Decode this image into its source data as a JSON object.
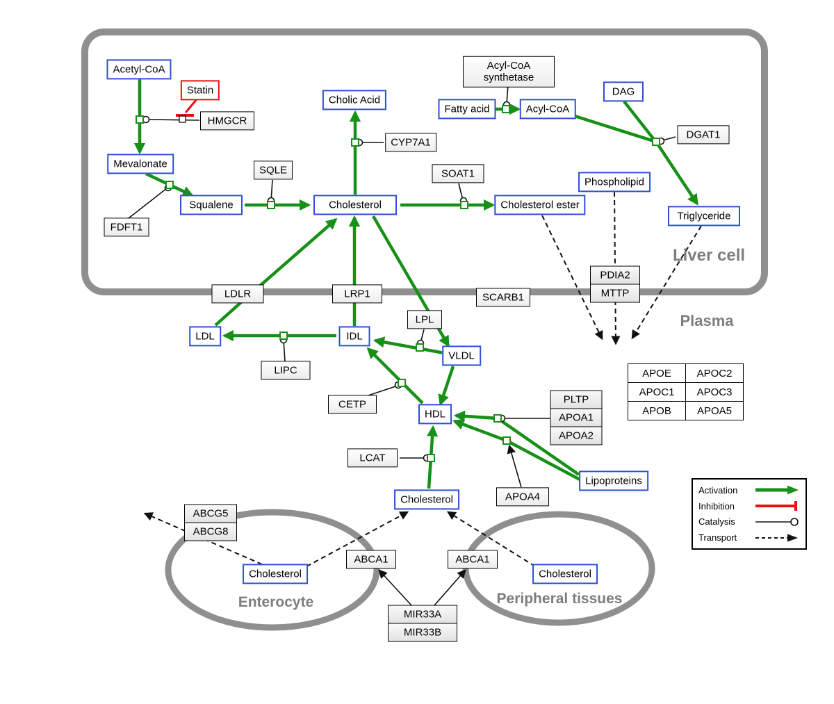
{
  "regions": {
    "liver": "Liver cell",
    "plasma": "Plasma",
    "enterocyte": "Enterocyte",
    "peripheral": "Peripheral tissues"
  },
  "metabolites": {
    "acetyl_coa": "Acetyl-CoA",
    "mevalonate": "Mevalonate",
    "squalene": "Squalene",
    "cholic_acid": "Cholic Acid",
    "cholesterol_liver": "Cholesterol",
    "cholesterol_ester": "Cholesterol ester",
    "fatty_acid": "Fatty acid",
    "acyl_coa": "Acyl-CoA",
    "dag": "DAG",
    "phospholipid": "Phospholipid",
    "triglyceride": "Triglyceride",
    "ldl": "LDL",
    "idl": "IDL",
    "vldl": "VLDL",
    "hdl": "HDL",
    "lipoproteins": "Lipoproteins",
    "cholesterol_plasma": "Cholesterol",
    "cholesterol_enterocyte": "Cholesterol",
    "cholesterol_peripheral": "Cholesterol"
  },
  "drugs": {
    "statin": "Statin"
  },
  "proteins": {
    "hmgcr": "HMGCR",
    "fdft1": "FDFT1",
    "sqle": "SQLE",
    "cyp7a1": "CYP7A1",
    "soat1": "SOAT1",
    "acyl_coa_synthetase": "Acyl-CoA synthetase",
    "dgat1": "DGAT1",
    "ldlr": "LDLR",
    "lrp1": "LRP1",
    "scarb1": "SCARB1",
    "pdia2": "PDIA2",
    "mttp": "MTTP",
    "lipc": "LIPC",
    "lpl": "LPL",
    "cetp": "CETP",
    "pltp": "PLTP",
    "apoa1": "APOA1",
    "apoa2": "APOA2",
    "lcat": "LCAT",
    "apoa4": "APOA4",
    "abcg5": "ABCG5",
    "abcg8": "ABCG8",
    "abca1_enterocyte": "ABCA1",
    "abca1_peripheral": "ABCA1",
    "mir33a": "MIR33A",
    "mir33b": "MIR33B"
  },
  "apolipoprotein_table": {
    "rows": [
      [
        "APOE",
        "APOC2"
      ],
      [
        "APOC1",
        "APOC3"
      ],
      [
        "APOB",
        "APOA5"
      ]
    ]
  },
  "legend": {
    "activation": "Activation",
    "inhibition": "Inhibition",
    "catalysis": "Catalysis",
    "transport": "Transport"
  },
  "colors": {
    "activation_green": "#169016",
    "inhibition_red": "#e81010",
    "metabolite_blue": "#2f4fd8",
    "membrane_gray": "#8f8f8f",
    "region_label_gray": "#7e7e7e"
  }
}
